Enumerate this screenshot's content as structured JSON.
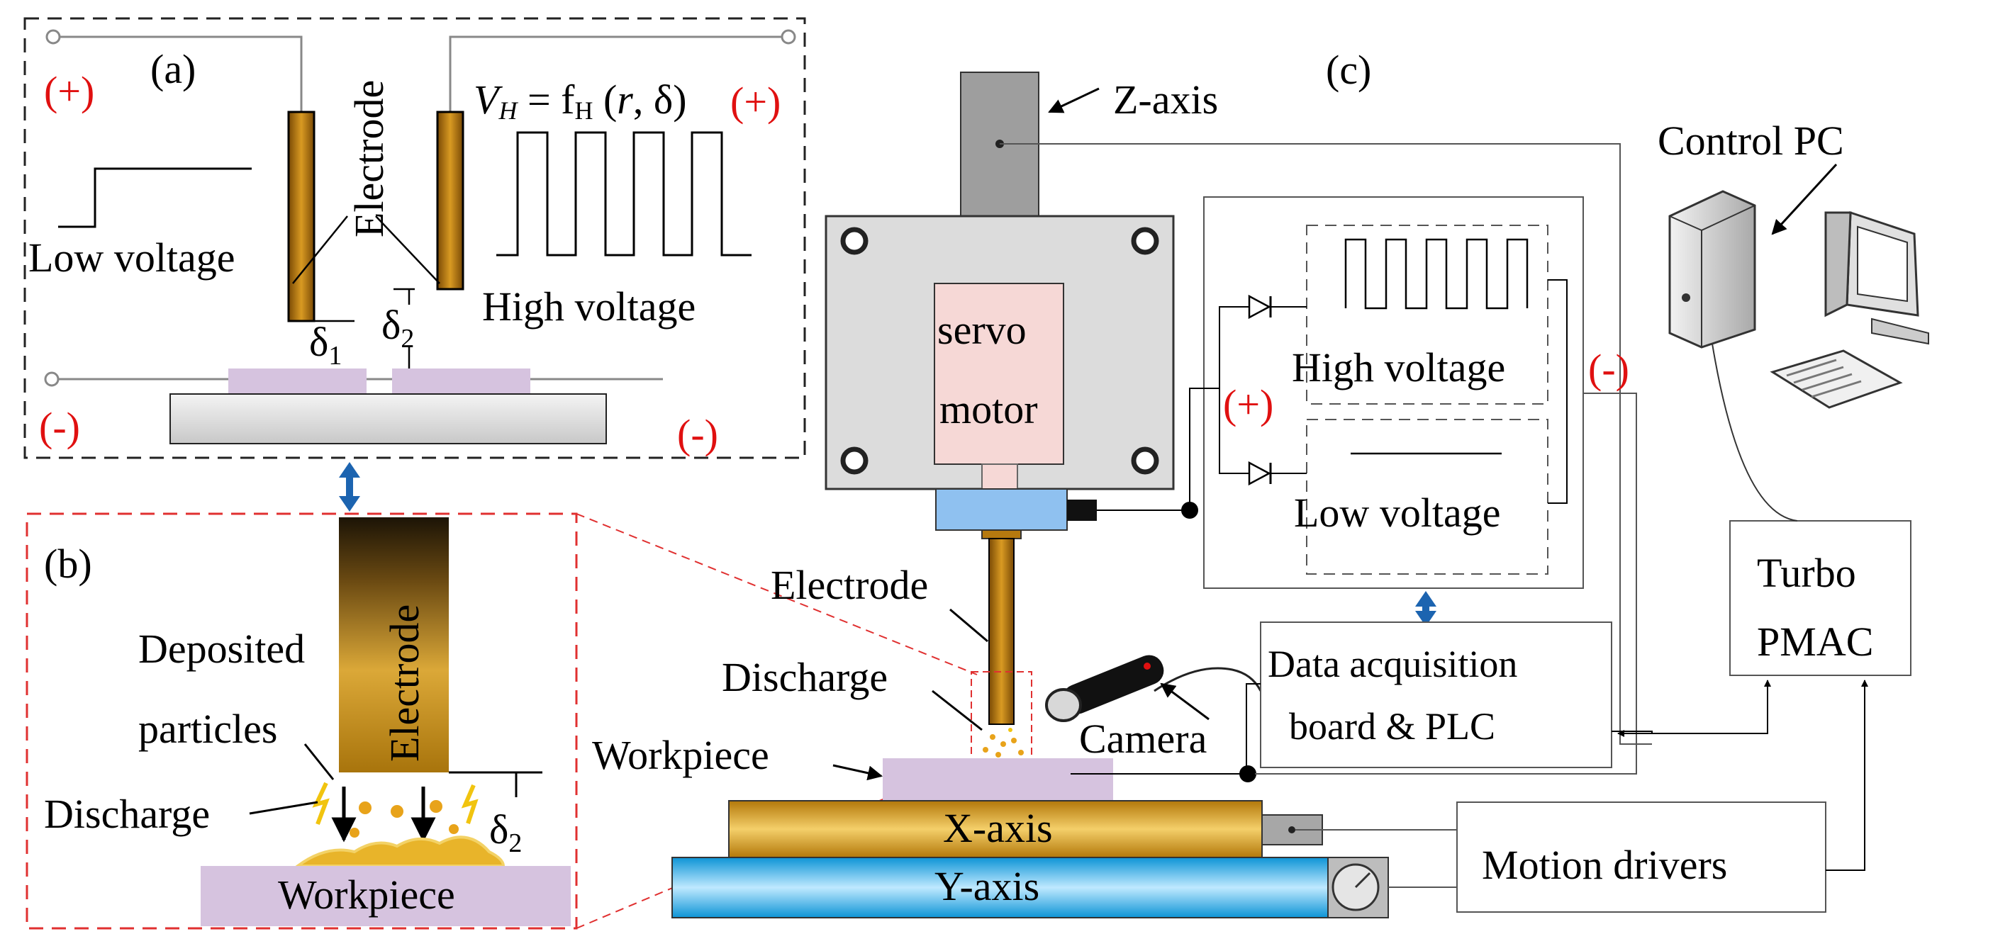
{
  "panel_a": {
    "tag": "(a)",
    "plus_left": "(+)",
    "plus_right": "(+)",
    "minus_left": "(-)",
    "minus_right": "(-)",
    "electrode": "Electrode",
    "low_voltage": "Low voltage",
    "high_voltage": "High voltage",
    "formula": {
      "v": "V",
      "v_sub": "H",
      "eq": " = f",
      "f_sub": "H",
      "open": " (",
      "r": "r",
      "rest": ", δ)"
    },
    "delta1": "δ",
    "delta1_sub": "1",
    "delta2": "δ",
    "delta2_sub": "2"
  },
  "panel_b": {
    "tag": "(b)",
    "electrode": "Electrode",
    "deposited_1": "Deposited",
    "deposited_2": "particles",
    "discharge": "Discharge",
    "workpiece": "Workpiece",
    "delta": "δ",
    "delta_sub": "2"
  },
  "panel_c": {
    "tag": "(c)",
    "z_axis": "Z-axis",
    "servo_1": "servo",
    "servo_2": "motor",
    "electrode": "Electrode",
    "discharge": "Discharge",
    "workpiece": "Workpiece",
    "camera": "Camera",
    "x_axis": "X-axis",
    "y_axis": "Y-axis",
    "high_voltage": "High voltage",
    "low_voltage": "Low voltage",
    "plus": "(+)",
    "minus": "(-)",
    "daq_1": "Data acquisition",
    "daq_2": "board & PLC",
    "turbo_1": "Turbo",
    "turbo_2": "PMAC",
    "motion_drivers": "Motion drivers",
    "control_pc": "Control PC"
  },
  "colors": {
    "electrode_brown": "#b5790f",
    "workpiece_lilac": "#d6c3df",
    "servo_pink": "#f6d8d6",
    "chuck_blue": "#8fc1f0",
    "x_axis_gold": "#d9a12a",
    "y_axis_cyan": "#1fb1ef",
    "box_grey": "#dcdcdc",
    "dashed_red": "#e03030",
    "arrow_blue": "#1c64b0",
    "label_red": "#e01010"
  }
}
